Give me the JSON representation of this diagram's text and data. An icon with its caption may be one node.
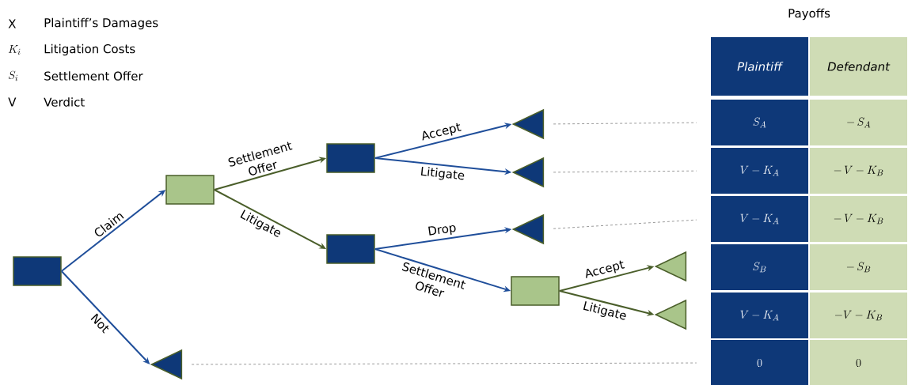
{
  "diagram": {
    "title": "Payoffs",
    "nodes": [
      {
        "text": [],
        "shape": "box"
      },
      {
        "text": [],
        "shape": "box"
      },
      {
        "text": [],
        "shape": "triangle"
      },
      {
        "text": [],
        "shape": "box"
      },
      {
        "text": [],
        "shape": "box"
      },
      {
        "text": [],
        "shape": "triangle"
      },
      {
        "text": [],
        "shape": "triangle"
      },
      {
        "text": [],
        "shape": "triangle"
      },
      {
        "text": [],
        "shape": "box"
      },
      {
        "text": [],
        "shape": "triangle"
      },
      {
        "text": [],
        "shape": "triangle"
      },
      {
        "text": [
          "Plaintiff"
        ]
      },
      {
        "text": [
          "Defendant"
        ]
      },
      {
        "text": [
          "S_{A}"
        ]
      },
      {
        "text": [
          "-\\,S_{A}"
        ]
      },
      {
        "text": [
          "V-K_{A}"
        ]
      },
      {
        "text": [
          "-\\,V-K_{B}"
        ]
      },
      {
        "text": [
          "V-K_{A}"
        ]
      },
      {
        "text": [
          "-\\,V-K_{B}"
        ]
      },
      {
        "text": [
          "S_{B}"
        ]
      },
      {
        "text": [
          "-\\,S_{B}"
        ]
      },
      {
        "text": [
          "V-K_{A}"
        ]
      },
      {
        "text": [
          "-V-K_{B}"
        ]
      },
      {
        "text": [
          "0"
        ]
      },
      {
        "text": [
          "0"
        ]
      }
    ],
    "edges": [
      {
        "from": 0,
        "to": 1,
        "arrow": "to",
        "label": "Claim"
      },
      {
        "from": 0,
        "to": 2,
        "arrow": "to",
        "label": "Not"
      },
      {
        "from": 1,
        "to": 3,
        "arrow": "to",
        "label": "Settlement Offer",
        "color": "#4a5e2a"
      },
      {
        "from": 1,
        "to": 4,
        "arrow": "to",
        "label": "Litigate",
        "color": "#4a5e2a"
      },
      {
        "from": 3,
        "to": 5,
        "arrow": "to",
        "label": "Accept"
      },
      {
        "from": 3,
        "to": 6,
        "arrow": "to",
        "label": "Litigate"
      },
      {
        "from": 4,
        "to": 7,
        "arrow": "to",
        "label": "Drop"
      },
      {
        "from": 4,
        "to": 8,
        "arrow": "to",
        "label": "Settlement Offer"
      },
      {
        "from": 8,
        "to": 9,
        "arrow": "to",
        "label": "Accept",
        "color": "#4a5e2a"
      },
      {
        "from": 8,
        "to": 10,
        "arrow": "to",
        "label": "Litigate",
        "color": "#4a5e2a"
      },
      {
        "from": 5,
        "to": 13,
        "arrow": "none",
        "style": "dashed",
        "color": "#7f7f7f"
      },
      {
        "from": 6,
        "to": 15,
        "arrow": "none",
        "style": "dashed",
        "color": "#7f7f7f"
      },
      {
        "from": 7,
        "to": 17,
        "arrow": "none",
        "style": "dashed",
        "color": "#7f7f7f"
      },
      {
        "from": 2,
        "to": 23,
        "arrow": "none",
        "style": "dashed",
        "color": "#7f7f7f"
      }
    ],
    "labels": [
      "X",
      "Plaintiff’s Damages",
      "K_{i}",
      "Litigation Costs",
      "S_{i}",
      "Settlement Offer",
      "V",
      "Verdict"
    ]
  }
}
